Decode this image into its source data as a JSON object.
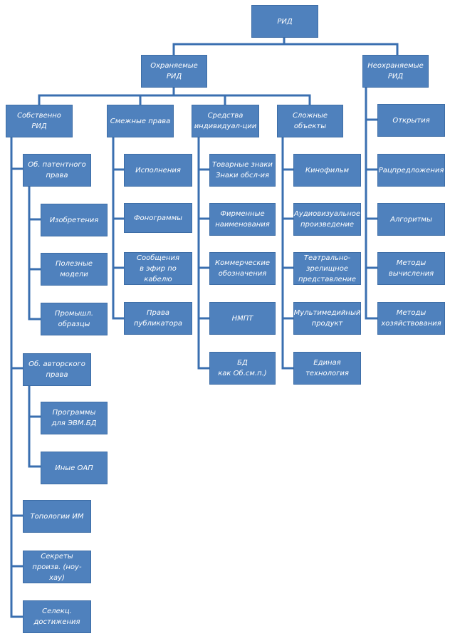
{
  "root": "РИД",
  "groups": {
    "protected": "Охраняемые\nРИД",
    "unprotected": "Неохраняемые\nРИД"
  },
  "categories": {
    "own": "Собственно\nРИД",
    "related": "Смежные права",
    "individualization": "Средства\nиндивидуал-ции",
    "complex": "Сложные\nобъекты"
  },
  "own": {
    "patent_law": "Об. патентного\nправа",
    "inventions": "Изобретения",
    "utility_models": "Полезные модели",
    "industrial_designs": "Промышл.\nобразцы",
    "copyright": "Об. авторского\nправа",
    "software": "Программы\nдля ЭВМ.БД",
    "other_oap": "Иные ОАП",
    "ic_topology": "Топологии ИМ",
    "know_how": "Секреты\nпроизв. (ноу-хау)",
    "breeding": "Селекц.\nдостижения"
  },
  "related": {
    "performances": "Исполнения",
    "phonograms": "Фонограммы",
    "broadcasts": "Сообщения\nв эфир по кабелю",
    "publisher": "Права\nпубликатора"
  },
  "individualization": {
    "trademarks": "Товарные знаки\nЗнаки обсл-ия",
    "trade_names": "Фирменные\nнаименования",
    "commercial": "Коммерческие\nобозначения",
    "nmpt": "НМПТ",
    "db": "БД\nкак Об.см.п.)"
  },
  "complex": {
    "film": "Кинофильм",
    "audiovisual": "Аудиовизуальное\nпроизведение",
    "theatre": "Театрально-\nзрелищное\nпредставление",
    "multimedia": "Мультимедийный\nпродукт",
    "unified_tech": "Единая\nтехнология"
  },
  "unprotected": {
    "discoveries": "Открытия",
    "rationalization": "Рацпредложения",
    "algorithms": "Алгоритмы",
    "computation": "Методы\nвычисления",
    "management": "Методы\nхозяйствования"
  }
}
